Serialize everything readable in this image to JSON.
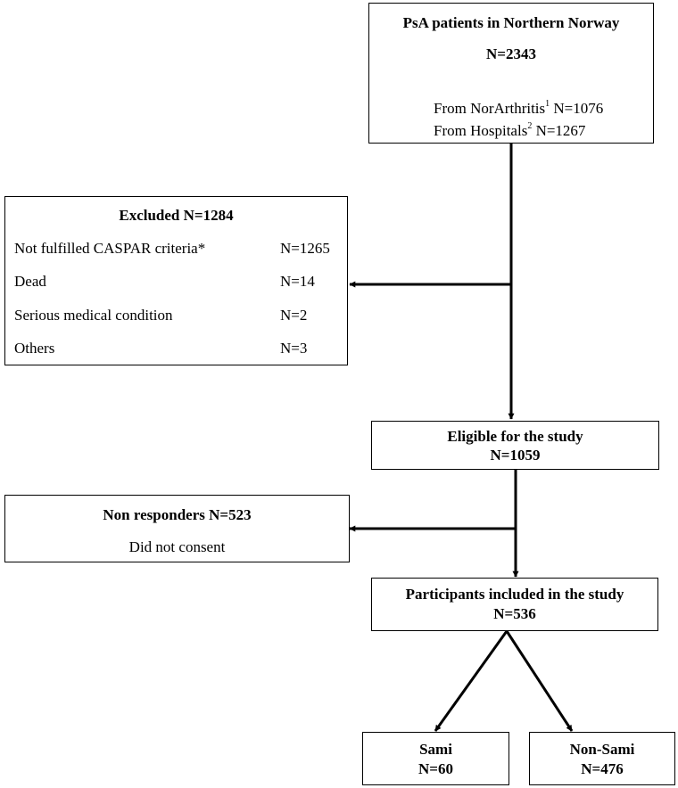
{
  "source": {
    "title": "PsA patients in Northern Norway",
    "n": "N=2343",
    "sources": [
      {
        "label": "From NorArthritis",
        "sup": "1",
        "n": "N=1076"
      },
      {
        "label": "From Hospitals",
        "sup": "2",
        "n": "N=1267"
      }
    ]
  },
  "excluded": {
    "title": "Excluded N=1284",
    "rows": [
      {
        "label": "Not fulfilled CASPAR criteria*",
        "n": "N=1265"
      },
      {
        "label": "Dead",
        "n": "N=14"
      },
      {
        "label": "Serious medical condition",
        "n": "N=2"
      },
      {
        "label": "Others",
        "n": "N=3"
      }
    ]
  },
  "eligible": {
    "title": "Eligible for the study",
    "n": "N=1059"
  },
  "nonresponders": {
    "title": "Non responders N=523",
    "reason": "Did not consent"
  },
  "participants": {
    "title": "Participants included in the study",
    "n": "N=536"
  },
  "groups": [
    {
      "title": "Sami",
      "n": "N=60"
    },
    {
      "title": "Non-Sami",
      "n": "N=476"
    }
  ]
}
